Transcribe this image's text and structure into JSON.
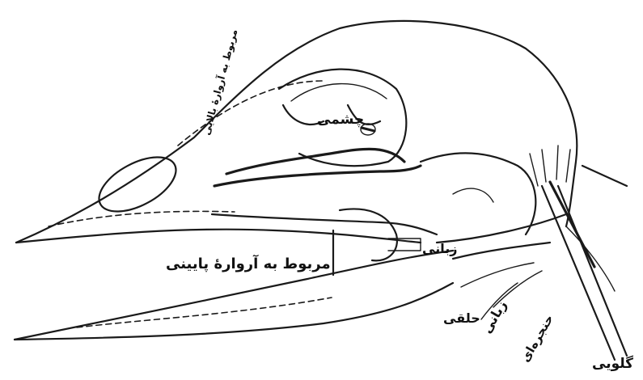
{
  "labels": {
    "eye": "چشمی",
    "upper_jaw": "مربوط به آروارهٔ بالایی",
    "lower_jaw": "مربوط به آروارهٔ پایینی",
    "tongue_upper": "زبانی",
    "pharyngeal": "حلقی",
    "tongue_lower": "زبانی",
    "laryngeal": "حنجره‌ای",
    "throat": "گلویی"
  },
  "colors": {
    "ink": "#1a1a1a",
    "background": "#ffffff"
  }
}
